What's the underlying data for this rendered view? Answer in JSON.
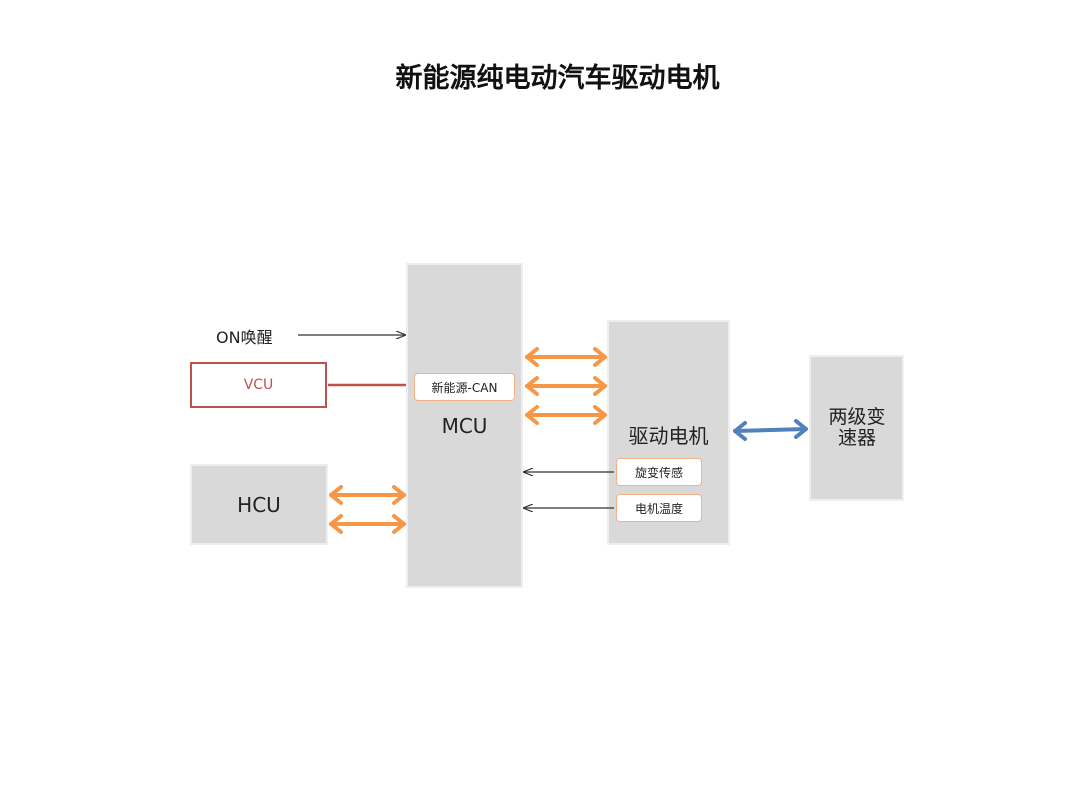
{
  "title": "新能源纯电动汽车驱动电机",
  "nodes": {
    "on_wake": "ON唤醒",
    "vcu": "VCU",
    "hcu": "HCU",
    "mcu": "MCU",
    "can_tag": "新能源-CAN",
    "motor": "驱动电机",
    "resolver_tag": "旋变传感",
    "temp_tag": "电机温度",
    "gearbox": "两级变速器"
  },
  "colors": {
    "box_fill": "#d9d9d9",
    "vcu_border": "#c0504d",
    "orange_arrow": "#f79646",
    "blue_arrow": "#4f81bd",
    "tag_border": "#f4b183"
  }
}
